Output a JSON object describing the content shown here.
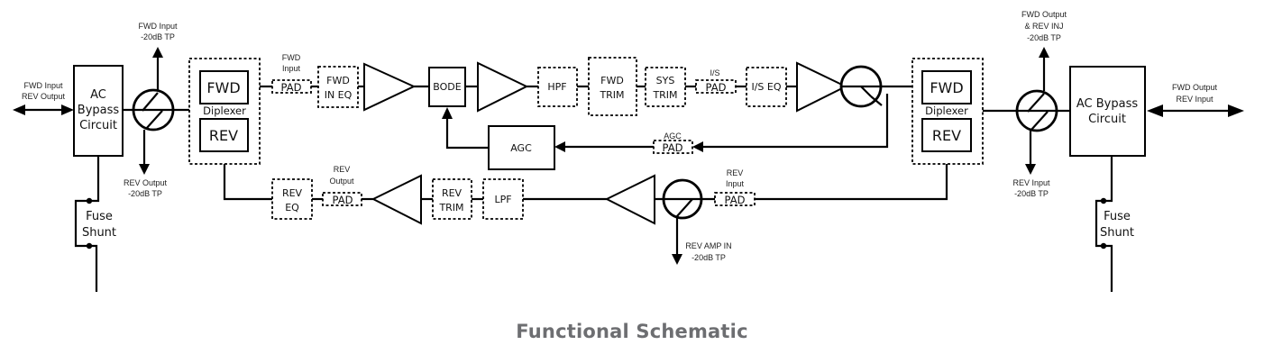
{
  "caption": "Functional Schematic",
  "colors": {
    "line": "#000000",
    "caption": "#6d6e71",
    "background": "#ffffff"
  },
  "left": {
    "port_label": [
      "FWD Input",
      "REV Output"
    ],
    "ac_bypass": [
      "AC",
      "Bypass",
      "Circuit"
    ],
    "tp_top": [
      "FWD Input",
      "-20dB TP"
    ],
    "tp_bottom": [
      "REV Output",
      "-20dB TP"
    ],
    "fuse_shunt": [
      "Fuse",
      "Shunt"
    ],
    "diplexer": {
      "fwd": "FWD",
      "label": "Diplexer",
      "rev": "REV"
    }
  },
  "forward_path": {
    "fwd_input_pad_label": [
      "FWD",
      "Input"
    ],
    "pad": "PAD",
    "fwd_in_eq": [
      "FWD",
      "IN EQ"
    ],
    "bode": "BODE",
    "hpf": "HPF",
    "fwd_trim": [
      "FWD",
      "TRIM"
    ],
    "sys_trim": [
      "SYS",
      "TRIM"
    ],
    "is_pad_label": "I/S",
    "is_pad": "PAD",
    "is_eq": "I/S EQ"
  },
  "agc_path": {
    "agc": "AGC",
    "agc_pad_label": "AGC",
    "agc_pad": "PAD"
  },
  "reverse_path": {
    "rev_eq": [
      "REV",
      "EQ"
    ],
    "rev_output_pad_label": [
      "REV",
      "Output"
    ],
    "rev_output_pad": "PAD",
    "rev_trim": [
      "REV",
      "TRIM"
    ],
    "lpf": "LPF",
    "rev_input_pad_label": [
      "REV",
      "Input"
    ],
    "rev_input_pad": "PAD",
    "rev_amp_in_tp": [
      "REV AMP IN",
      "-20dB TP"
    ]
  },
  "right": {
    "diplexer": {
      "fwd": "FWD",
      "label": "Diplexer",
      "rev": "REV"
    },
    "tp_top": [
      "FWD Output",
      "& REV INJ",
      "-20dB TP"
    ],
    "tp_bottom": [
      "REV Input",
      "-20dB TP"
    ],
    "ac_bypass": [
      "AC Bypass",
      "Circuit"
    ],
    "port_label": [
      "FWD Output",
      "REV Input"
    ],
    "fuse_shunt": [
      "Fuse",
      "Shunt"
    ]
  }
}
